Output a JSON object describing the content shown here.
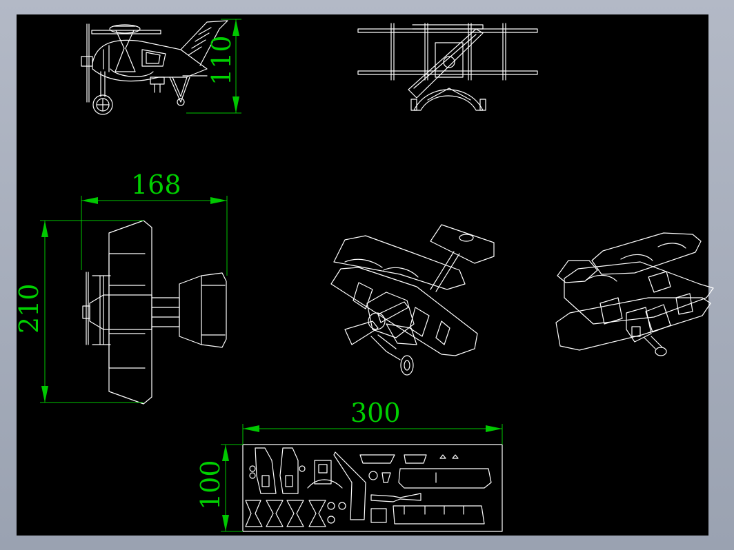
{
  "drawing": {
    "background_color": "#000000",
    "line_color": "#ffffff",
    "dimension_color": "#00c800"
  },
  "views": [
    {
      "id": "side-view"
    },
    {
      "id": "front-view"
    },
    {
      "id": "top-view"
    },
    {
      "id": "isometric-view-left"
    },
    {
      "id": "isometric-view-right"
    },
    {
      "id": "parts-sheet"
    }
  ],
  "dimensions": {
    "side_height": "110",
    "top_width": "168",
    "top_length": "210",
    "sheet_width": "300",
    "sheet_height": "100"
  }
}
